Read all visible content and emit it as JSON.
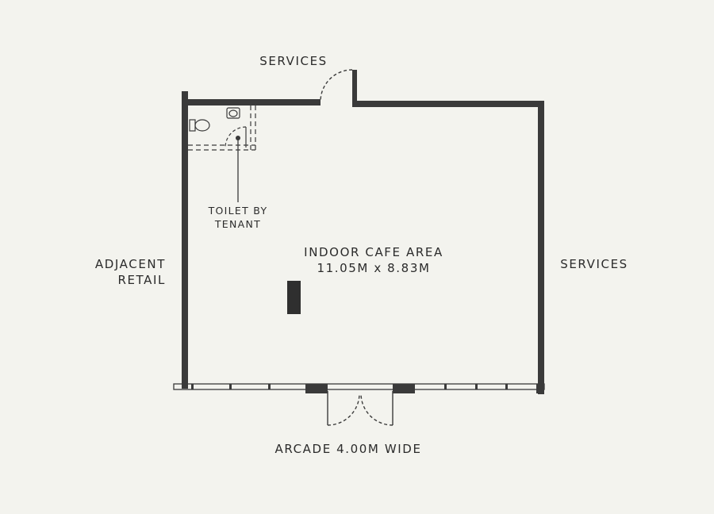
{
  "plan": {
    "top_label": "SERVICES",
    "right_label": "SERVICES",
    "left_label": [
      "ADJACENT",
      "RETAIL"
    ],
    "bottom_label": "ARCADE 4.00M WIDE",
    "room_name": "INDOOR CAFE AREA",
    "room_dimensions": "11.05M x 8.83M",
    "toilet_label": [
      "TOILET BY",
      "TENANT"
    ]
  },
  "colors": {
    "background": "#f3f3ee",
    "wall": "#3a3a3a",
    "text": "#2b2b2b"
  }
}
